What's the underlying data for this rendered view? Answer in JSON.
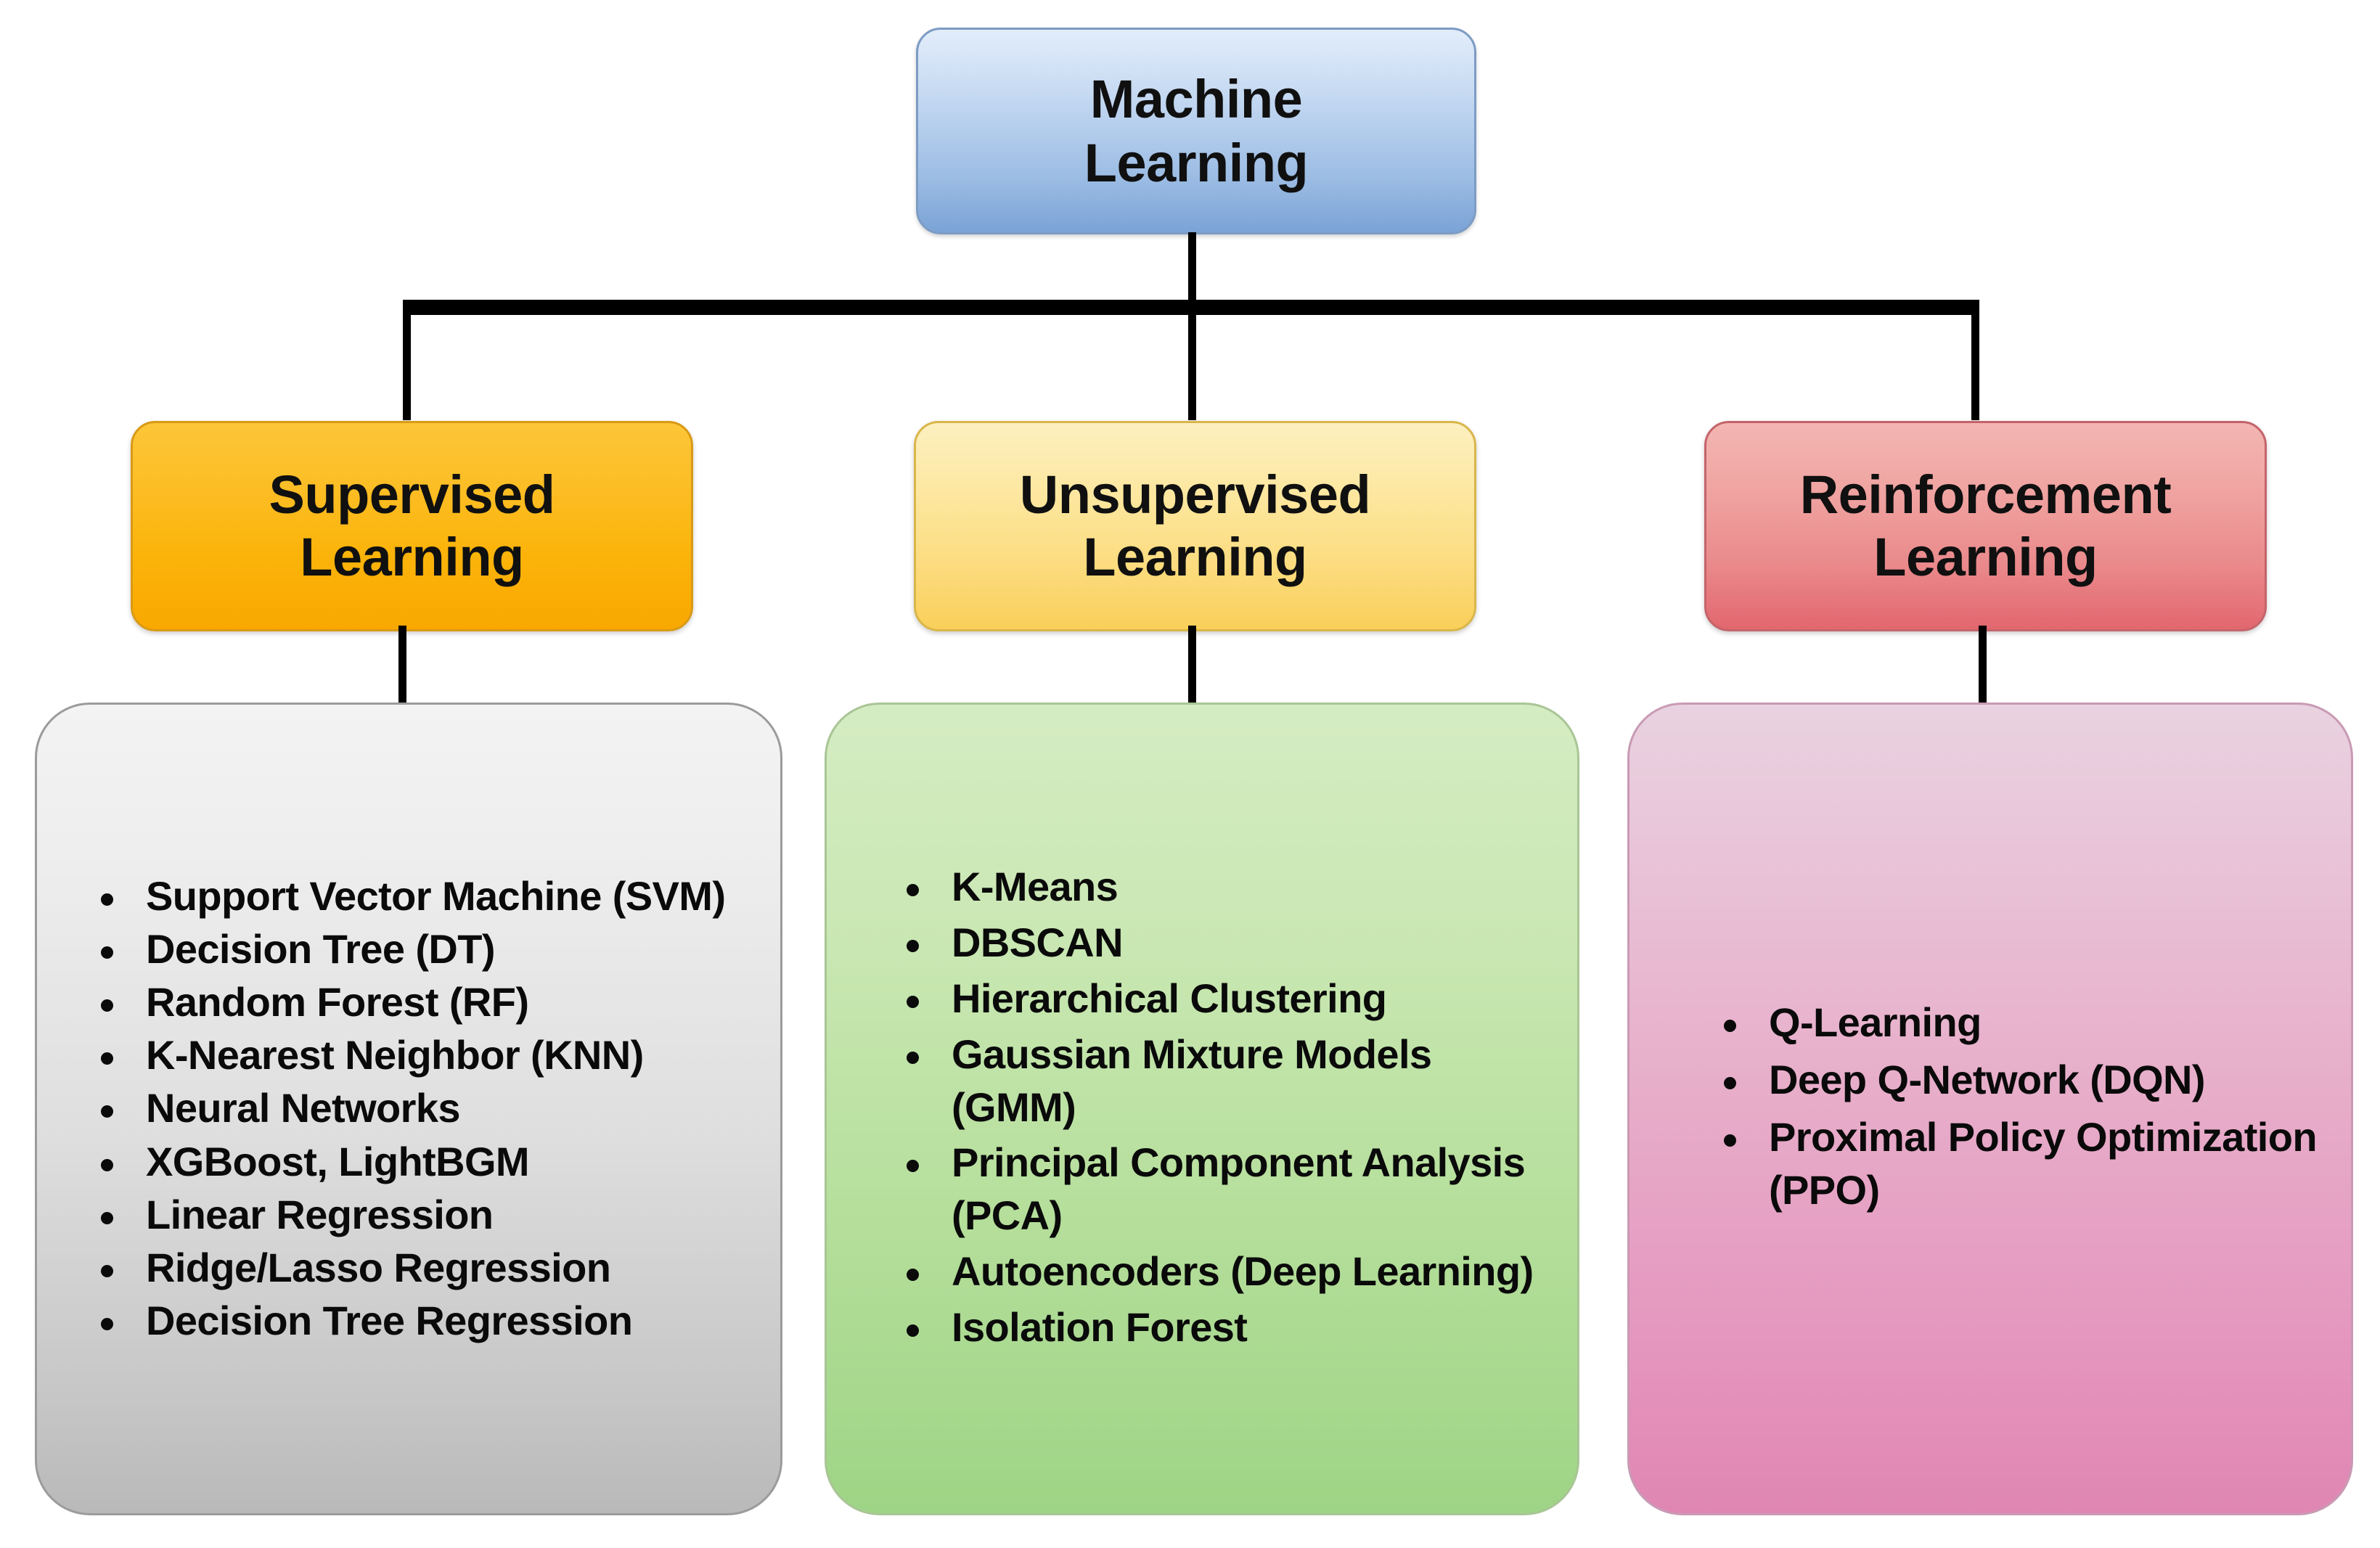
{
  "diagram": {
    "title": "Machine Learning taxonomy",
    "root": {
      "label": "Machine\nLearning",
      "color": "#9dbde4"
    },
    "categories": [
      {
        "id": "supervised",
        "header_label": "Supervised\nLearning",
        "header_color": "#fbb40b",
        "panel_color": "#dfdfdf",
        "items": [
          "Support Vector Machine (SVM)",
          "Decision Tree (DT)",
          "Random Forest (RF)",
          "K-Nearest Neighbor (KNN)",
          "Neural Networks",
          "XGBoost, LightBGM",
          "Linear Regression",
          "Ridge/Lasso Regression",
          "Decision Tree Regression"
        ]
      },
      {
        "id": "unsupervised",
        "header_label": "Unsupervised\nLearning",
        "header_color": "#fcdd82",
        "panel_color": "#b6df9c",
        "items": [
          "K-Means",
          "DBSCAN",
          "Hierarchical Clustering",
          "Gaussian Mixture Models (GMM)",
          "Principal Component Analysis (PCA)",
          "Autoencoders (Deep Learning)",
          "Isolation Forest"
        ]
      },
      {
        "id": "reinforcement",
        "header_label": "Reinforcement\nLearning",
        "header_color": "#ea8a8c",
        "panel_color": "#e7adc9",
        "items": [
          "Q-Learning",
          "Deep Q-Network (DQN)",
          "Proximal Policy Optimization (PPO)"
        ]
      }
    ],
    "connector_color": "#000000"
  }
}
